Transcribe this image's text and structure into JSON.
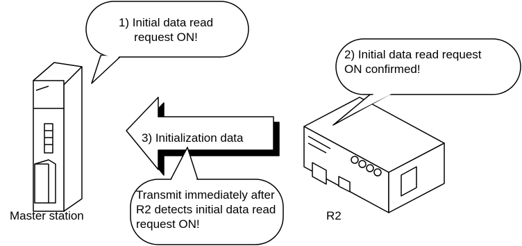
{
  "bubbles": {
    "step1": "1) Initial data read\nrequest ON!",
    "step2": "2) Initial data read request\nON confirmed!",
    "step3_note": "Transmit immediately after\nR2 detects initial data read\nrequest ON!"
  },
  "arrow": {
    "label": "3) Initialization data"
  },
  "devices": {
    "master_label": "Master station",
    "r2_label": "R2"
  },
  "colors": {
    "stroke": "#000000",
    "fill": "#ffffff"
  }
}
